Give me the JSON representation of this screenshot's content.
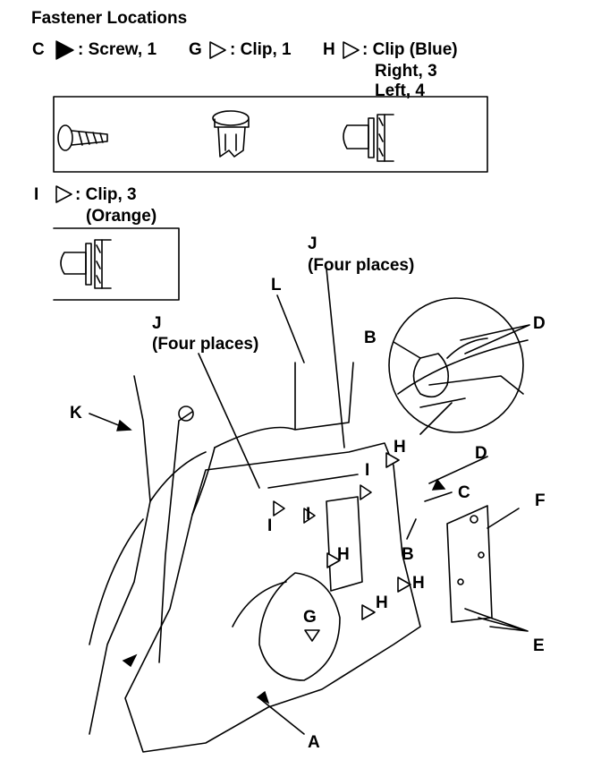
{
  "title": "Fastener Locations",
  "legend": {
    "c": {
      "letter": "C",
      "text": ": Screw, 1"
    },
    "g": {
      "letter": "G",
      "text": ": Clip, 1"
    },
    "h": {
      "letter": "H",
      "text": ": Clip (Blue)",
      "right": "Right, 3",
      "left": "Left, 4"
    },
    "i": {
      "letter": "I",
      "text": ": Clip, 3",
      "color": "(Orange)"
    }
  },
  "callouts": {
    "j_top": "J",
    "j_top_note": "(Four places)",
    "j_left": "J",
    "j_left_note": "(Four places)",
    "a": "A",
    "b": "B",
    "b2": "B",
    "c": "C",
    "d": "D",
    "d2": "D",
    "e": "E",
    "f": "F",
    "g": "G",
    "h1": "H",
    "h2": "H",
    "h3": "H",
    "h4": "H",
    "i1": "I",
    "i2": "I",
    "i3": "I",
    "k": "K",
    "l": "L"
  }
}
